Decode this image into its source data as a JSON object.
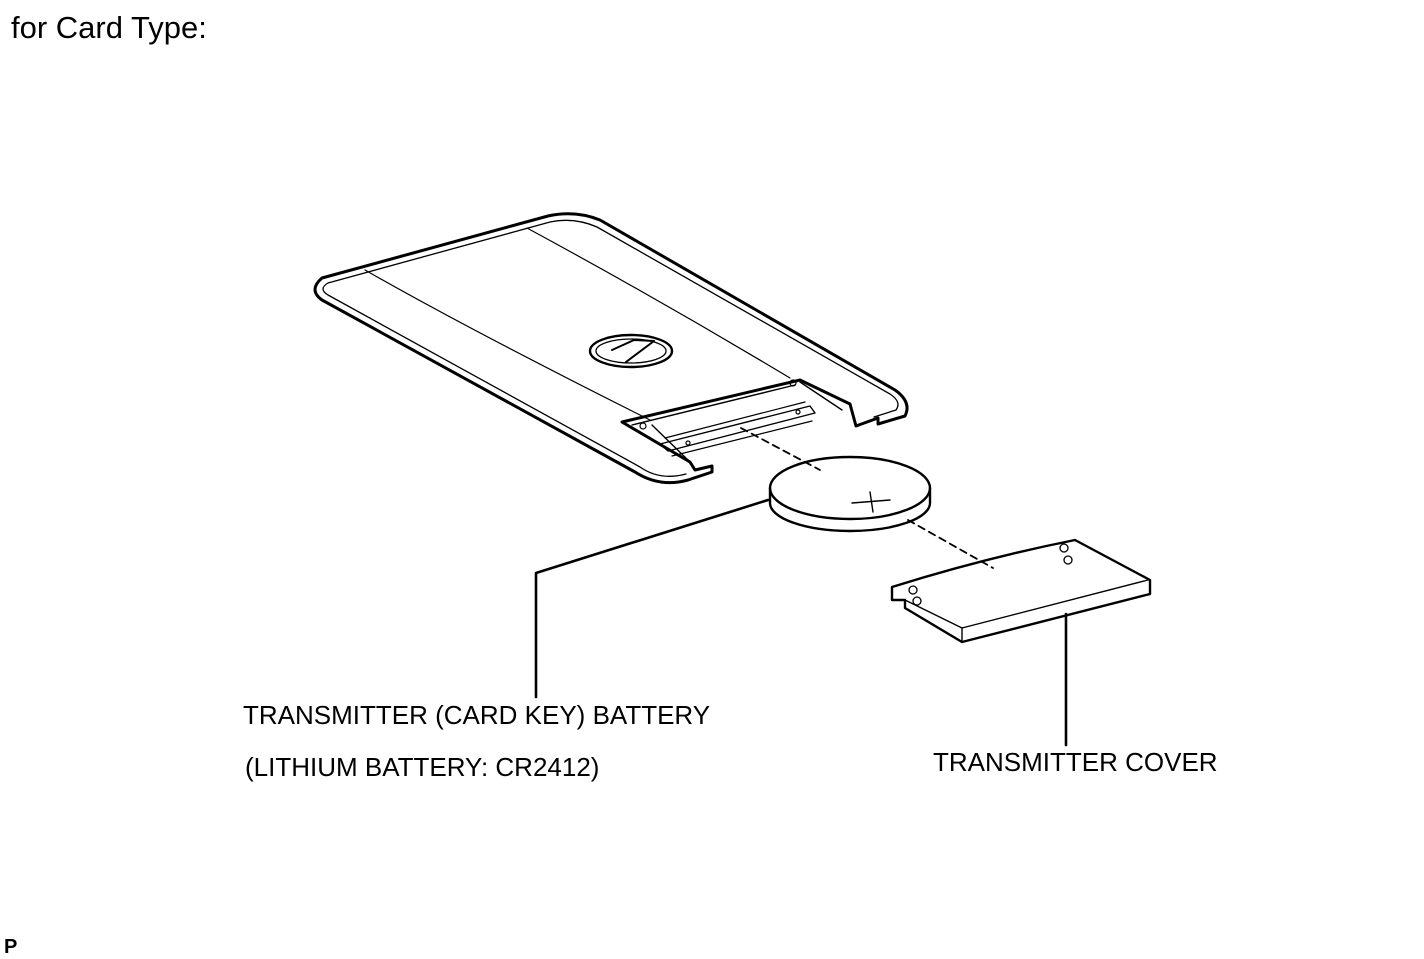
{
  "heading": "for Card Type:",
  "labels": {
    "battery_line1": "TRANSMITTER (CARD KEY) BATTERY",
    "battery_line2": "(LITHIUM BATTERY: CR2412)",
    "cover": "TRANSMITTER COVER"
  },
  "corner_mark": "P",
  "battery_symbol": "+",
  "colors": {
    "line": "#000000",
    "background": "#ffffff"
  }
}
